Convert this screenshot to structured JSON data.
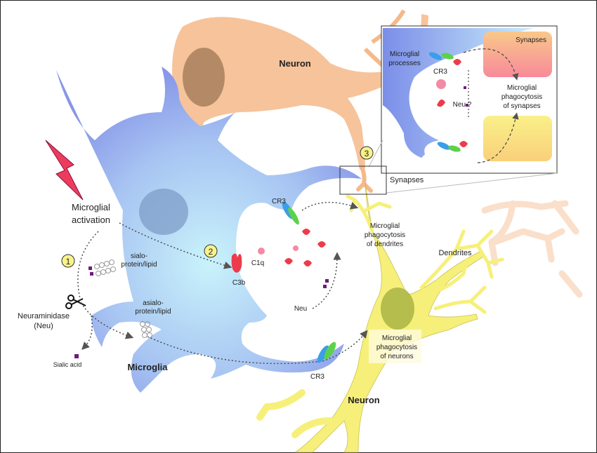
{
  "title": "Microglial phagocytosis via desialylation and complement",
  "labels": {
    "neuron_top": "Neuron",
    "neuron_bottom": "Neuron",
    "microglia": "Microglia",
    "microglial_activation_1": "Microglial",
    "microglial_activation_2": "activation",
    "neuraminidase_1": "Neuraminidase",
    "neuraminidase_2": "(Neu)",
    "sialic_acid": "Sialic acid",
    "sialo_1": "sialo-",
    "sialo_2": "protein/lipid",
    "asialo_1": "asialo-",
    "asialo_2": "protein/lipid",
    "c3b": "C3b",
    "c1q": "C1q",
    "cr3_top": "CR3",
    "cr3_bottom": "CR3",
    "neu": "Neu",
    "synapses": "Synapses",
    "dendrites": "Dendrites",
    "phago_dendrites_1": "Microglial",
    "phago_dendrites_2": "phagocytosis",
    "phago_dendrites_3": "of dendrites",
    "phago_neurons_1": "Microglial",
    "phago_neurons_2": "phagocytosis",
    "phago_neurons_3": "of neurons"
  },
  "steps": [
    "1",
    "2",
    "3"
  ],
  "inset": {
    "synapses": "Synapses",
    "processes_1": "Microglial",
    "processes_2": "processes",
    "cr3": "CR3",
    "neu_q": "Neu ?",
    "phago_1": "Microglial",
    "phago_2": "phagocytosis",
    "phago_3": "of synapses"
  },
  "colors": {
    "microglia": "#8fa0ea",
    "microglia_light": "#c8f0fa",
    "neuron_orange": "#f5b98a",
    "neuron_yellow": "#f6f07a",
    "c3b": "#ee3b4b",
    "c1q": "#f48aa5",
    "cr3_blue": "#3b9ee8",
    "cr3_green": "#5ed14a",
    "sialic": "#6b1e7a",
    "lightning": "#ee3b5c",
    "step_badge": "#f8f28a"
  }
}
